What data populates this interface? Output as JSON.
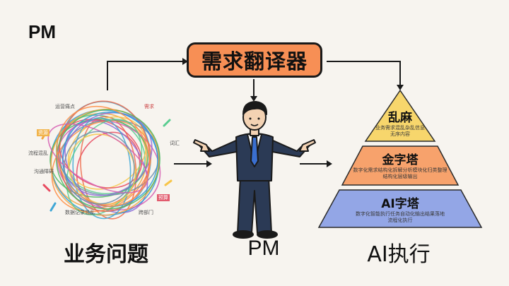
{
  "header": {
    "title": "PM"
  },
  "translator": {
    "label": "需求翻译器"
  },
  "captions": {
    "business": "业务问题",
    "pm": "PM",
    "ai": "AI执行"
  },
  "pyramid": {
    "top": {
      "title": "乱麻",
      "lines": [
        "业务需求混乱杂乱信息",
        "无序内容"
      ]
    },
    "middle": {
      "title": "金字塔",
      "lines": [
        "数字化需求结构化拆解分析模块化归类整理",
        "结构化层级输出"
      ]
    },
    "bottom": {
      "title": "AI字塔",
      "lines": [
        "数字化智能执行任务自动化输出结果落地",
        "流程化执行"
      ]
    }
  },
  "scribble": {
    "labels": [
      "运营痛点",
      "需求",
      "流程混乱",
      "沟通障碍",
      "词汇",
      "数据记录混乱",
      "预算",
      "跨部门",
      "资源"
    ]
  },
  "colors": {
    "background": "#f7f4ef",
    "translator": "#f78f55",
    "pyramid_top": "#f7d66c",
    "pyramid_middle": "#f7a26c",
    "pyramid_bottom": "#93a6e6"
  }
}
